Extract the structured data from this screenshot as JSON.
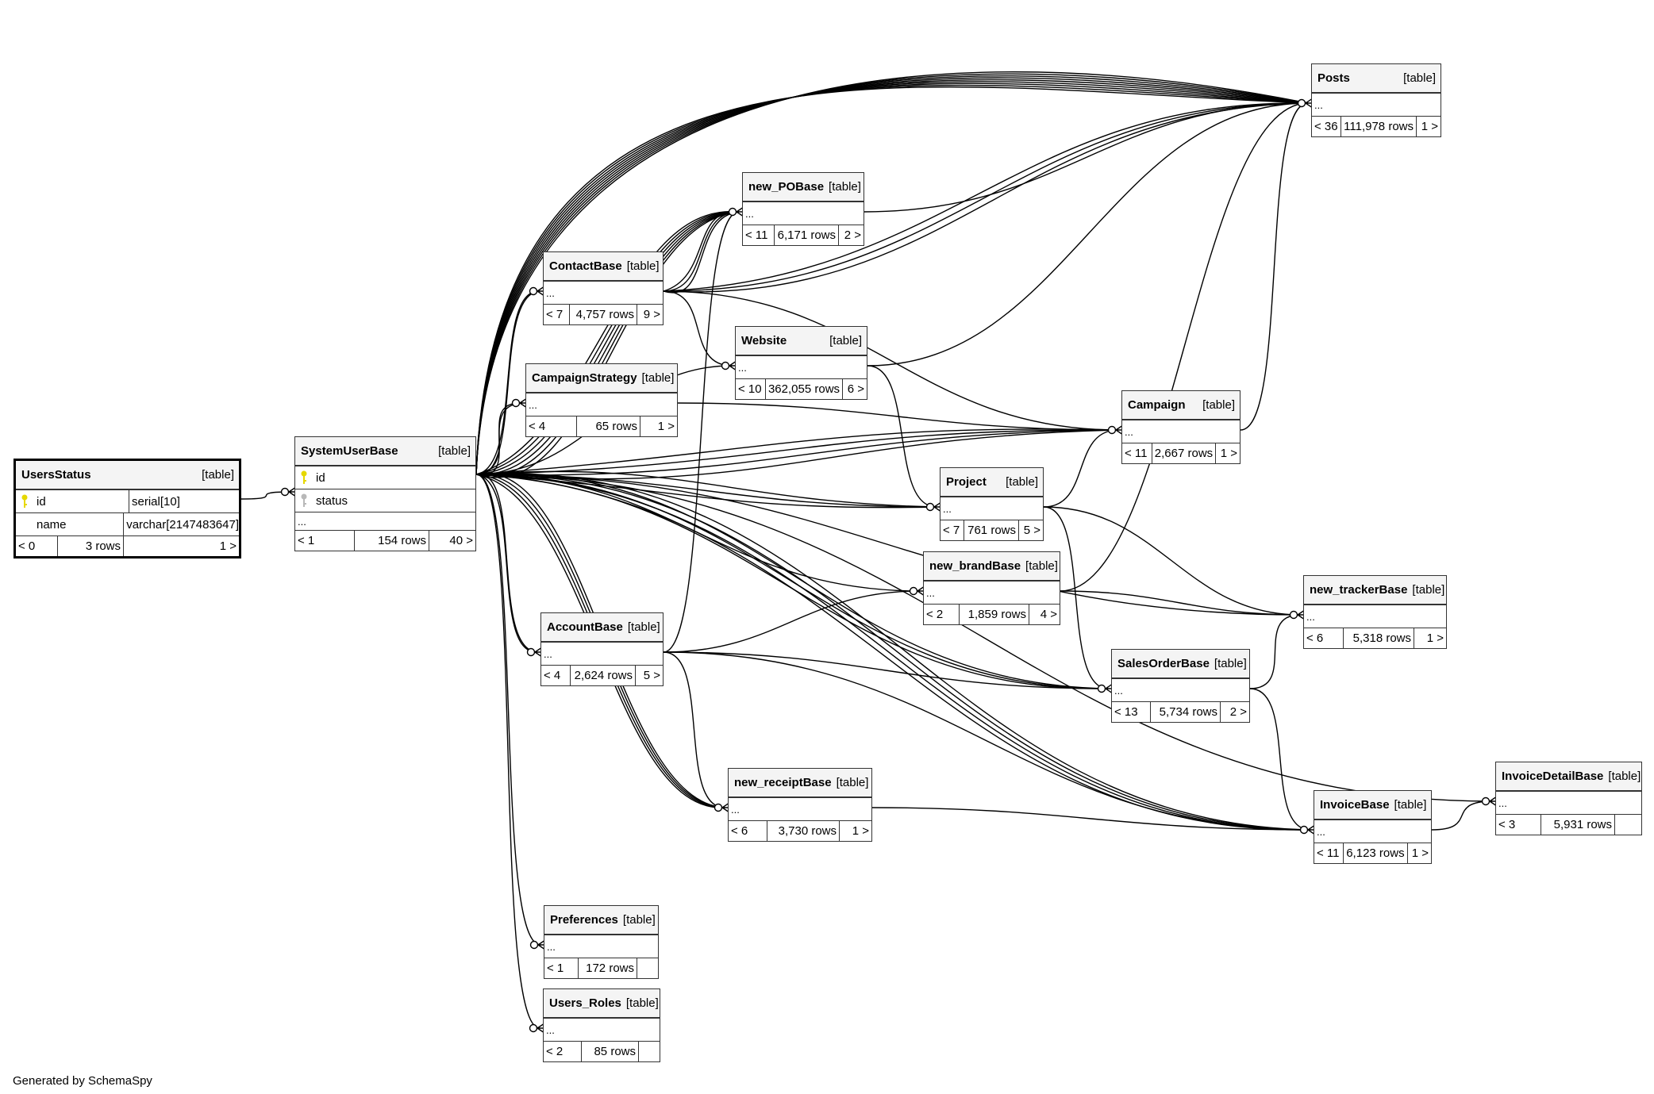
{
  "footer": "Generated by SchemaSpy",
  "colors": {
    "primary_key": "#e6d800",
    "foreign_key": "#b8b8b8",
    "header_bg": "#f4f4f4",
    "line": "#000000"
  },
  "tables": {
    "UsersStatus": {
      "name": "UsersStatus",
      "type": "[table]",
      "columns": [
        {
          "name": "id",
          "type": "serial[10]",
          "icon": "primary-key-icon"
        },
        {
          "name": "name",
          "type": "varchar[2147483647]",
          "icon": ""
        }
      ],
      "parents": "< 0",
      "rows": "3 rows",
      "children": "1 >"
    },
    "SystemUserBase": {
      "name": "SystemUserBase",
      "type": "[table]",
      "columns": [
        {
          "name": "id",
          "icon": "primary-key-icon"
        },
        {
          "name": "status",
          "icon": "foreign-key-icon"
        }
      ],
      "more": "...",
      "parents": "< 1",
      "rows": "154 rows",
      "children": "40 >"
    },
    "Posts": {
      "name": "Posts",
      "type": "[table]",
      "more": "...",
      "parents": "< 36",
      "rows": "111,978 rows",
      "children": "1 >"
    },
    "new_POBase": {
      "name": "new_POBase",
      "type": "[table]",
      "more": "...",
      "parents": "< 11",
      "rows": "6,171 rows",
      "children": "2 >"
    },
    "ContactBase": {
      "name": "ContactBase",
      "type": "[table]",
      "more": "...",
      "parents": "< 7",
      "rows": "4,757 rows",
      "children": "9 >"
    },
    "Website": {
      "name": "Website",
      "type": "[table]",
      "more": "...",
      "parents": "< 10",
      "rows": "362,055 rows",
      "children": "6 >"
    },
    "CampaignStrategy": {
      "name": "CampaignStrategy",
      "type": "[table]",
      "more": "...",
      "parents": "< 4",
      "rows": "65 rows",
      "children": "1 >"
    },
    "Campaign": {
      "name": "Campaign",
      "type": "[table]",
      "more": "...",
      "parents": "< 11",
      "rows": "2,667 rows",
      "children": "1 >"
    },
    "Project": {
      "name": "Project",
      "type": "[table]",
      "more": "...",
      "parents": "< 7",
      "rows": "761 rows",
      "children": "5 >"
    },
    "new_brandBase": {
      "name": "new_brandBase",
      "type": "[table]",
      "more": "...",
      "parents": "< 2",
      "rows": "1,859 rows",
      "children": "4 >"
    },
    "new_trackerBase": {
      "name": "new_trackerBase",
      "type": "[table]",
      "more": "...",
      "parents": "< 6",
      "rows": "5,318 rows",
      "children": "1 >"
    },
    "AccountBase": {
      "name": "AccountBase",
      "type": "[table]",
      "more": "...",
      "parents": "< 4",
      "rows": "2,624 rows",
      "children": "5 >"
    },
    "SalesOrderBase": {
      "name": "SalesOrderBase",
      "type": "[table]",
      "more": "...",
      "parents": "< 13",
      "rows": "5,734 rows",
      "children": "2 >"
    },
    "new_receiptBase": {
      "name": "new_receiptBase",
      "type": "[table]",
      "more": "...",
      "parents": "< 6",
      "rows": "3,730 rows",
      "children": "1 >"
    },
    "InvoiceBase": {
      "name": "InvoiceBase",
      "type": "[table]",
      "more": "...",
      "parents": "< 11",
      "rows": "6,123 rows",
      "children": "1 >"
    },
    "InvoiceDetailBase": {
      "name": "InvoiceDetailBase",
      "type": "[table]",
      "more": "...",
      "parents": "< 3",
      "rows": "5,931 rows",
      "children": ""
    },
    "Preferences": {
      "name": "Preferences",
      "type": "[table]",
      "more": "...",
      "parents": "< 1",
      "rows": "172 rows",
      "children": ""
    },
    "Users_Roles": {
      "name": "Users_Roles",
      "type": "[table]",
      "more": "...",
      "parents": "< 2",
      "rows": "85 rows",
      "children": ""
    }
  },
  "relationships": [
    [
      "UsersStatus",
      "SystemUserBase",
      1
    ],
    [
      "SystemUserBase",
      "Posts",
      9
    ],
    [
      "SystemUserBase",
      "new_POBase",
      6
    ],
    [
      "SystemUserBase",
      "ContactBase",
      2
    ],
    [
      "SystemUserBase",
      "Website",
      1
    ],
    [
      "SystemUserBase",
      "CampaignStrategy",
      2
    ],
    [
      "SystemUserBase",
      "Campaign",
      4
    ],
    [
      "SystemUserBase",
      "Project",
      3
    ],
    [
      "SystemUserBase",
      "new_brandBase",
      1
    ],
    [
      "SystemUserBase",
      "new_trackerBase",
      1
    ],
    [
      "SystemUserBase",
      "AccountBase",
      2
    ],
    [
      "SystemUserBase",
      "SalesOrderBase",
      3
    ],
    [
      "SystemUserBase",
      "new_receiptBase",
      4
    ],
    [
      "SystemUserBase",
      "InvoiceBase",
      4
    ],
    [
      "SystemUserBase",
      "InvoiceDetailBase",
      1
    ],
    [
      "SystemUserBase",
      "Preferences",
      1
    ],
    [
      "SystemUserBase",
      "Users_Roles",
      1
    ],
    [
      "ContactBase",
      "new_POBase",
      3
    ],
    [
      "ContactBase",
      "Posts",
      3
    ],
    [
      "ContactBase",
      "Website",
      1
    ],
    [
      "ContactBase",
      "Campaign",
      1
    ],
    [
      "new_POBase",
      "Posts",
      1
    ],
    [
      "Website",
      "Posts",
      1
    ],
    [
      "Website",
      "Project",
      1
    ],
    [
      "CampaignStrategy",
      "Campaign",
      1
    ],
    [
      "Campaign",
      "Posts",
      1
    ],
    [
      "Project",
      "Campaign",
      1
    ],
    [
      "Project",
      "SalesOrderBase",
      1
    ],
    [
      "Project",
      "new_trackerBase",
      1
    ],
    [
      "new_brandBase",
      "Posts",
      1
    ],
    [
      "new_brandBase",
      "new_trackerBase",
      1
    ],
    [
      "AccountBase",
      "new_POBase",
      1
    ],
    [
      "AccountBase",
      "new_brandBase",
      1
    ],
    [
      "AccountBase",
      "SalesOrderBase",
      1
    ],
    [
      "AccountBase",
      "new_receiptBase",
      1
    ],
    [
      "AccountBase",
      "InvoiceBase",
      1
    ],
    [
      "SalesOrderBase",
      "new_trackerBase",
      1
    ],
    [
      "SalesOrderBase",
      "InvoiceBase",
      1
    ],
    [
      "new_receiptBase",
      "InvoiceBase",
      1
    ],
    [
      "InvoiceBase",
      "InvoiceDetailBase",
      1
    ]
  ]
}
